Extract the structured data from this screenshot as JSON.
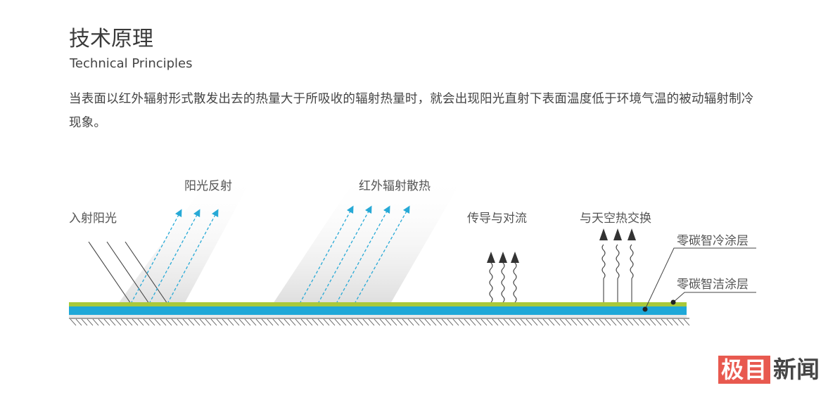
{
  "header": {
    "title": "技术原理",
    "subtitle": "Technical Principles",
    "description": "当表面以红外辐射形式散发出去的热量大于所吸收的辐射热量时，就会出现阳光直射下表面温度低于环境气温的被动辐射制冷现象。"
  },
  "diagram": {
    "labels": {
      "incident_sunlight": "入射阳光",
      "sun_reflection": "阳光反射",
      "infrared_radiation": "红外辐射散热",
      "conduction_convection": "传导与对流",
      "sky_exchange": "与天空热交换",
      "cold_coating": "零碳智冷涂层",
      "clean_coating": "零碳智洁涂层"
    },
    "colors": {
      "top_layer": "#a9c93a",
      "cold_layer": "#1fa8d8",
      "dashed_arrow": "#27a9d6",
      "beam": "#e4e4e4"
    }
  },
  "watermark": {
    "box": "极目",
    "text": "新闻"
  }
}
